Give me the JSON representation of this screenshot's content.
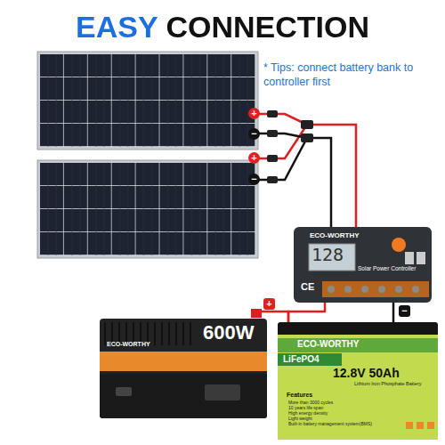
{
  "diagram": {
    "title": "EASY CONNECTION",
    "nodes": [
      {
        "text": [
          "ECO-WORTHY",
          "128",
          "Solar Power Controller",
          "CE"
        ]
      },
      {
        "text": [
          "ECO-WORTHY",
          "600W"
        ]
      },
      {
        "text": [
          "ECO-WORTHY",
          "LiFePO4",
          "12.8V 50Ah",
          "Lithium Iron Phosphate Battery",
          "Features",
          "More than 3000 cycles",
          "10 years life span",
          "High energy density",
          "Light weight",
          "Built-in battery management system(BMS)"
        ]
      }
    ],
    "edges": [
      {
        "from": 0,
        "to": 2,
        "arrow": "none"
      },
      {
        "from": 0,
        "to": 2,
        "arrow": "none"
      },
      {
        "from": 1,
        "to": 2,
        "arrow": "none"
      }
    ],
    "labels": [
      "* Tips: connect battery bank to controller first",
      "+",
      "−",
      "+",
      "−",
      "+",
      "−"
    ]
  }
}
